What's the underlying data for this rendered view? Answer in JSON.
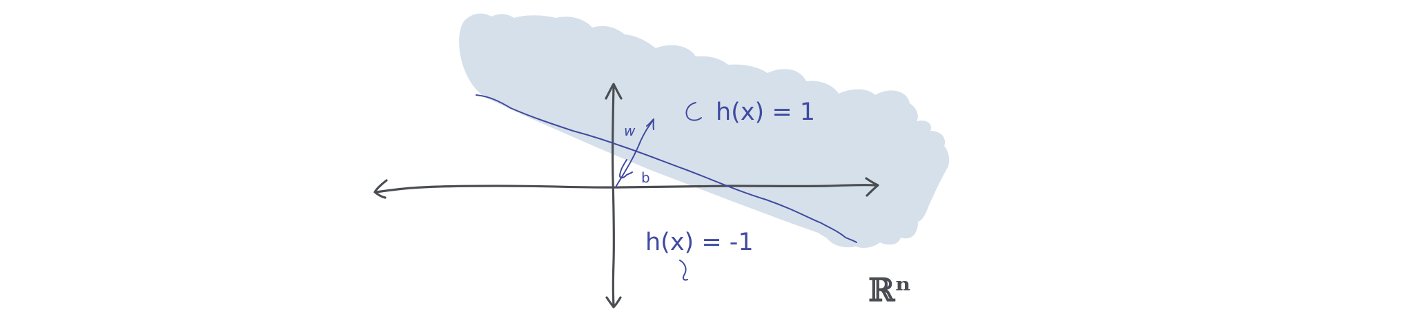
{
  "colors": {
    "background": "#ffffff",
    "half_space_fill": "#d6e0ea",
    "axes": "#4a4d52",
    "ink_blue": "#3f4aa0"
  },
  "labels": {
    "w": "w",
    "b": "b",
    "positive_region": "h(x) = 1",
    "negative_region": "h(x) = -1",
    "space": "ℝⁿ"
  }
}
